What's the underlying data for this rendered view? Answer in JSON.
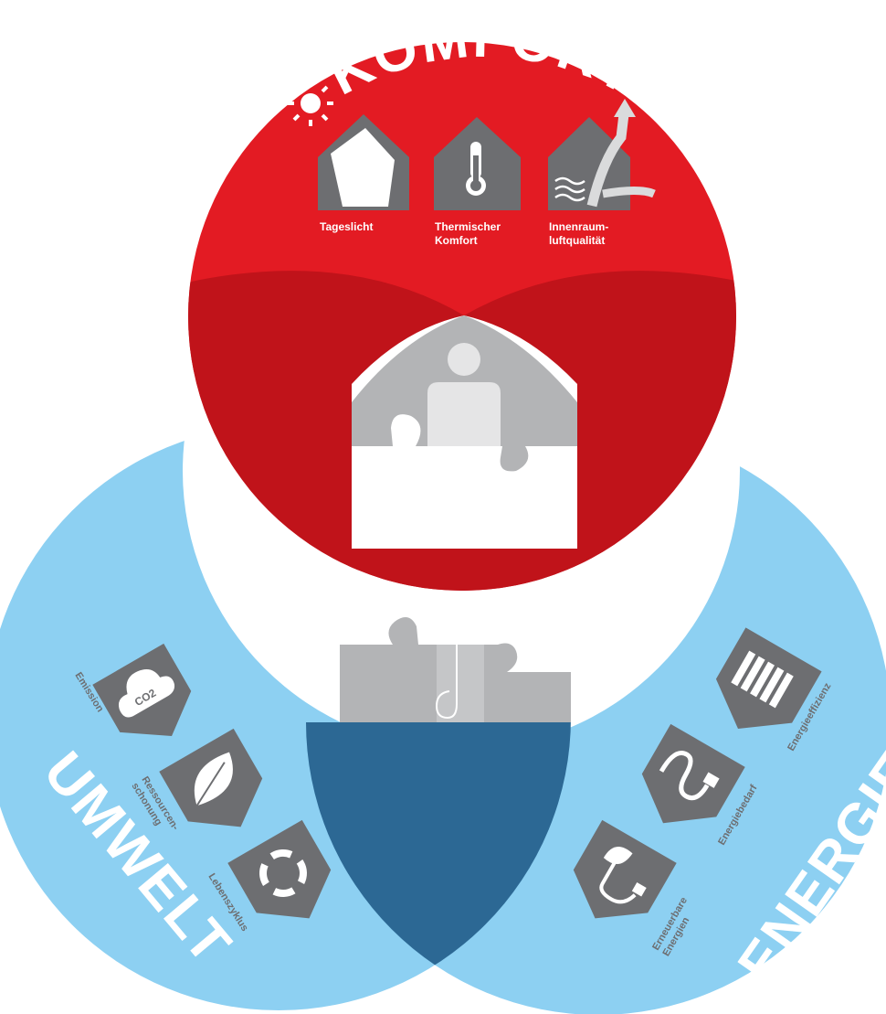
{
  "title_top": "KOMFORT",
  "title_left": "UMWELT",
  "title_right": "ENERGIE",
  "komfort_items": [
    {
      "label_l1": "Tageslicht",
      "label_l2": "",
      "icon": "daylight-house-icon"
    },
    {
      "label_l1": "Thermischer",
      "label_l2": "Komfort",
      "icon": "thermometer-house-icon"
    },
    {
      "label_l1": "Innenraum-",
      "label_l2": "luftqualität",
      "icon": "air-quality-house-icon"
    }
  ],
  "umwelt_items": [
    {
      "label_l1": "Emission",
      "label_l2": "",
      "icon": "co2-cloud-icon",
      "co2": "CO2"
    },
    {
      "label_l1": "Ressourcen-",
      "label_l2": "schonung",
      "icon": "leaf-icon"
    },
    {
      "label_l1": "Lebenszyklus",
      "label_l2": "",
      "icon": "recycle-arrows-icon"
    }
  ],
  "energie_items": [
    {
      "label_l1": "Energieeffizienz",
      "label_l2": "",
      "icon": "efficiency-bars-icon"
    },
    {
      "label_l1": "Energiebedarf",
      "label_l2": "",
      "icon": "plug-cable-icon"
    },
    {
      "label_l1": "Erneuerbare",
      "label_l2": "Energien",
      "icon": "plant-plug-icon"
    }
  ],
  "colors": {
    "komfort_red": "#e31b23",
    "komfort_dark": "#c0131a",
    "umwelt_blue": "#8dd0f2",
    "overlap_blue": "#2c6894",
    "icon_gray": "#6d6e71",
    "puzzle_gray": "#b3b4b6"
  }
}
